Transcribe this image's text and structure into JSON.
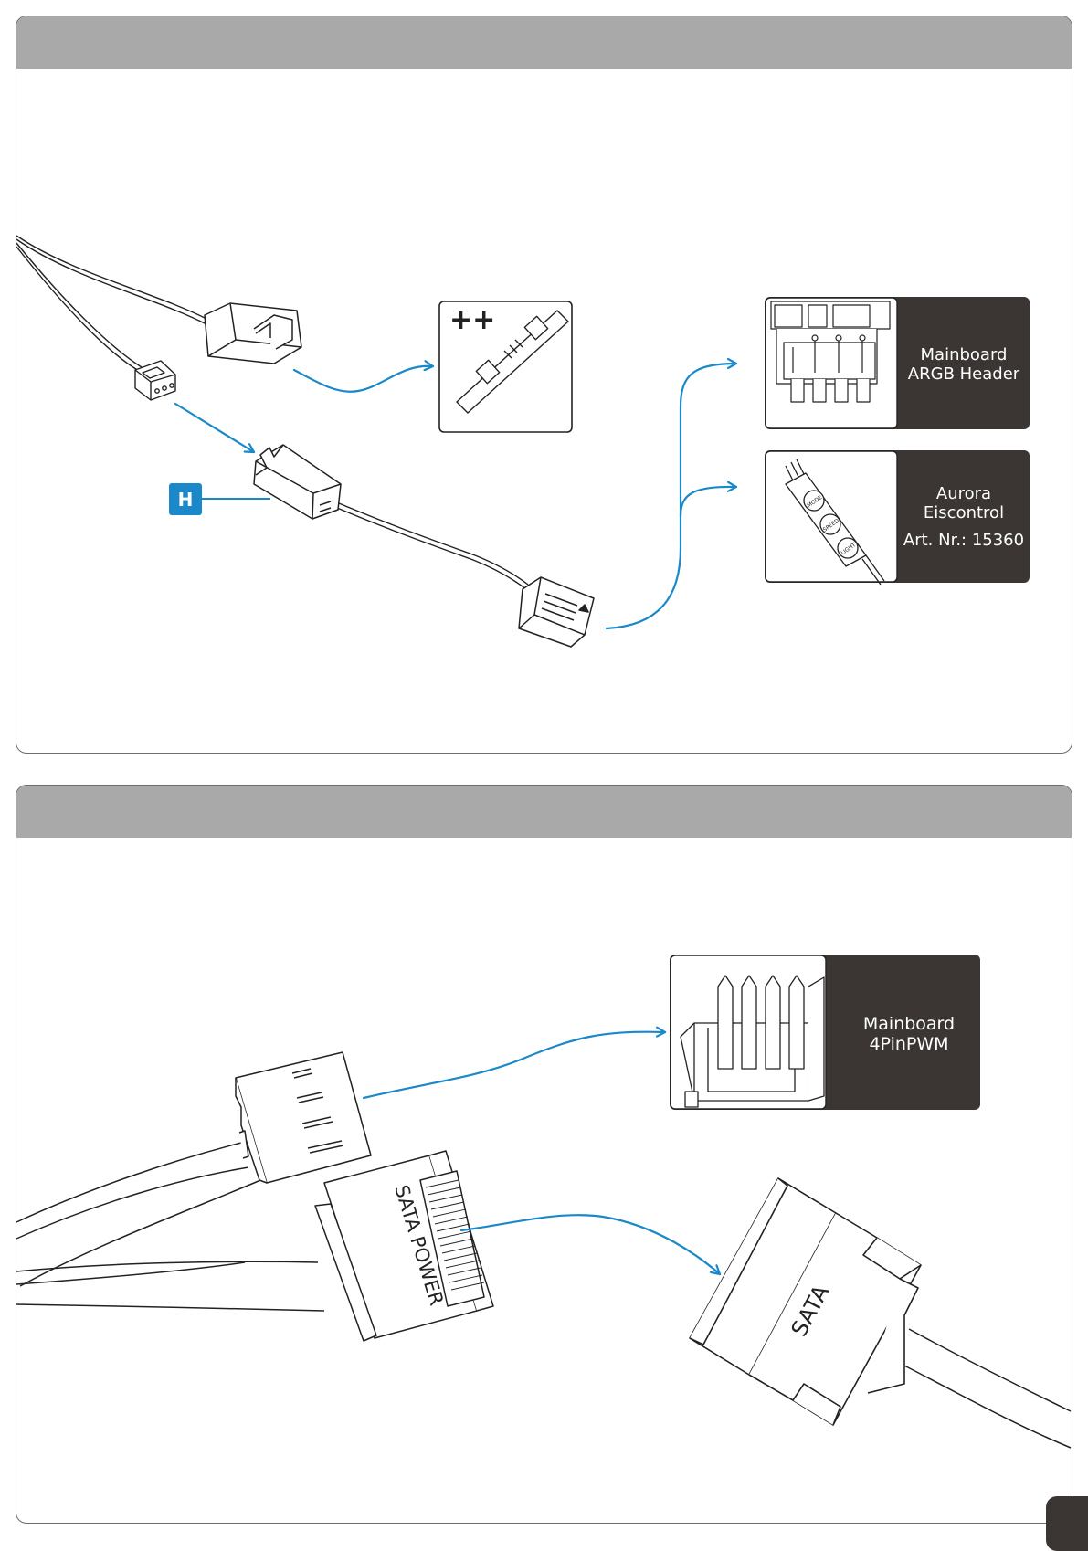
{
  "colors": {
    "header_bar": "#a9a9a9",
    "arrow": "#1a88c9",
    "label_box": "#3b3634",
    "label_text": "#ffffff",
    "marker": "#1a88c9",
    "outline": "#222222"
  },
  "panel_1": {
    "marker_letter": "H",
    "pcb_symbol": "++",
    "labels": {
      "argb_header": [
        "Mainboard",
        "ARGB Header"
      ],
      "controller": [
        "Aurora",
        "Eiscontrol",
        "Art. Nr.: 15360"
      ]
    },
    "controller_buttons": [
      "MODE",
      "SPEED",
      "LIGHT"
    ]
  },
  "panel_2": {
    "labels": {
      "pwm_header": [
        "Mainboard",
        "4PinPWM"
      ]
    },
    "sata_power_text": "SATA POWER",
    "sata_text": "SATA"
  },
  "icons": [
    "arrow-icon",
    "connector-icon",
    "led-strip-icon"
  ]
}
